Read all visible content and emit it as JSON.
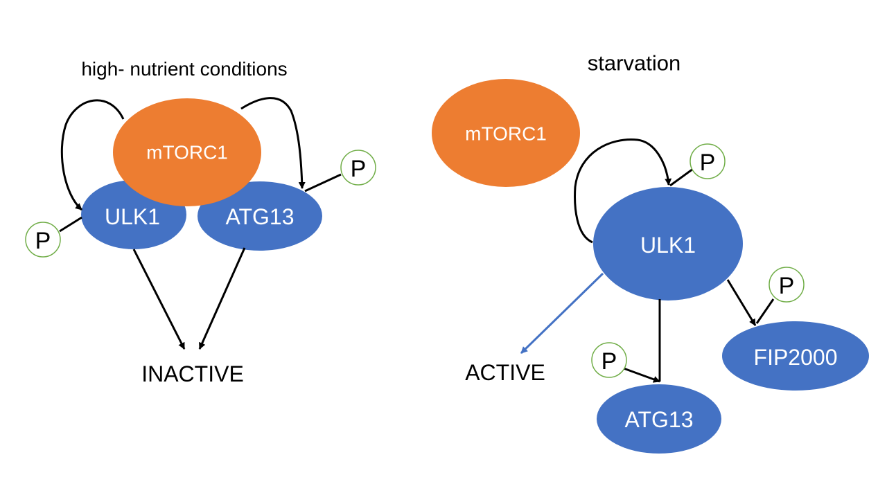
{
  "colors": {
    "mtorc1": "#ED7D31",
    "ulk_complex": "#4472C4",
    "node_text": "#FFFFFF",
    "arrow": "#000000",
    "active_arrow": "#4472C4",
    "phospho_border": "#70AD47",
    "phospho_text": "#000000"
  },
  "left_panel": {
    "title": "high- nutrient conditions",
    "mtorc1": "mTORC1",
    "ulk1": "ULK1",
    "atg13": "ATG13",
    "state": "INACTIVE",
    "phospho_ulk1": "P",
    "phospho_atg13": "P"
  },
  "right_panel": {
    "title": "starvation",
    "mtorc1": "mTORC1",
    "ulk1": "ULK1",
    "atg13": "ATG13",
    "fip200": "FIP2000",
    "state": "ACTIVE",
    "phospho_ulk1": "P",
    "phospho_atg13": "P",
    "phospho_fip200": "P"
  }
}
